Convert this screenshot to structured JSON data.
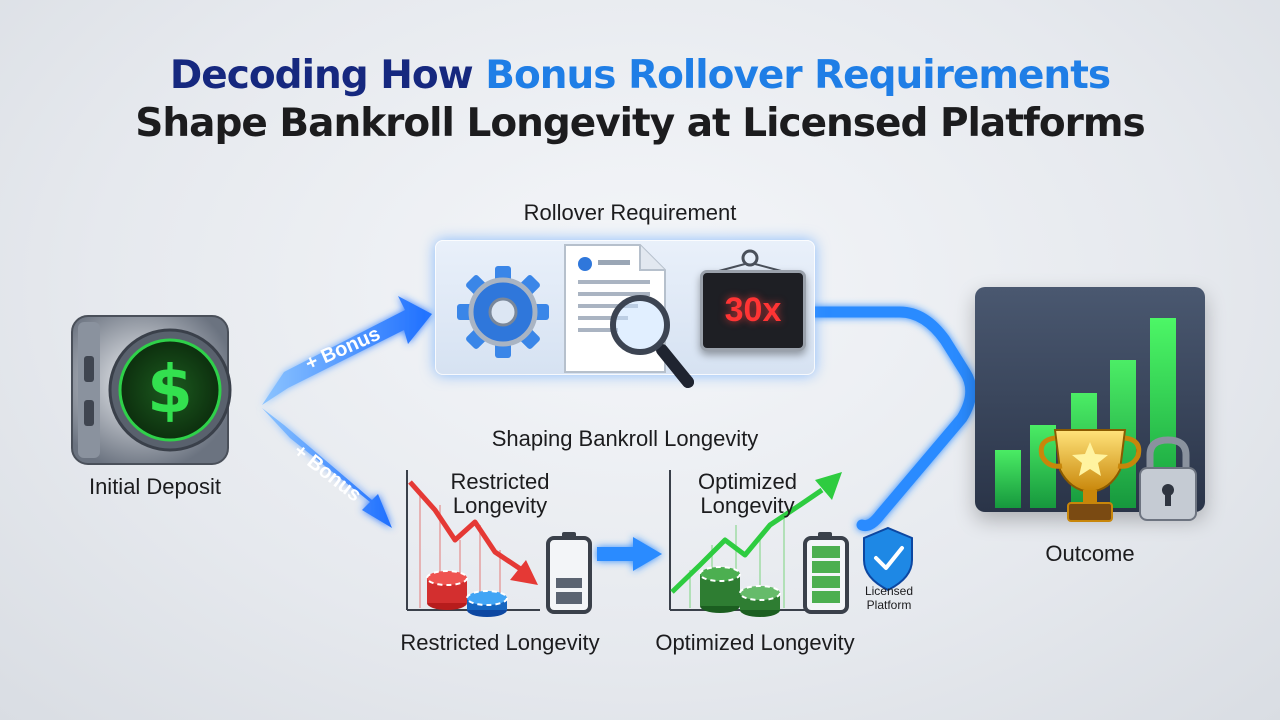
{
  "title": {
    "line1_part1": "Decoding How ",
    "line1_part2": "Bonus Rollover Requirements",
    "line2": "Shape Bankroll Longevity at Licensed Platforms"
  },
  "nodes": {
    "initial_deposit": "Initial Deposit",
    "rollover_requirement": "Rollover Requirement",
    "multiplier": "30x",
    "shaping_label": "Shaping Bankroll Longevity",
    "restricted_title_line1": "Restricted",
    "restricted_title_line2": "Longevity",
    "restricted_caption": "Restricted Longevity",
    "optimized_title_line1": "Optimized",
    "optimized_title_line2": "Longevity",
    "optimized_caption": "Optimized Longevity",
    "licensed_line1": "Licensed",
    "licensed_line2": "Platform",
    "outcome": "Outcome"
  },
  "arrows": {
    "bonus_upper": "+ Bonus",
    "bonus_lower": "+ Bonus"
  },
  "icons": {
    "vault": "dollar-vault-icon",
    "gear": "gear-icon",
    "document": "document-icon",
    "magnifier": "magnifier-icon",
    "battery_low": "battery-low-icon",
    "battery_full": "battery-full-icon",
    "shield": "shield-check-icon",
    "trophy": "trophy-icon",
    "padlock": "padlock-icon",
    "chips_red": "red-chips-icon",
    "chips_green": "green-chips-icon"
  },
  "colors": {
    "title_dark": "#16287f",
    "title_accent": "#1f7ee6",
    "flow_blue": "#2b7fff",
    "loss_red": "#e53935",
    "gain_green": "#2ecc40",
    "multiplier_red": "#ff3434"
  }
}
